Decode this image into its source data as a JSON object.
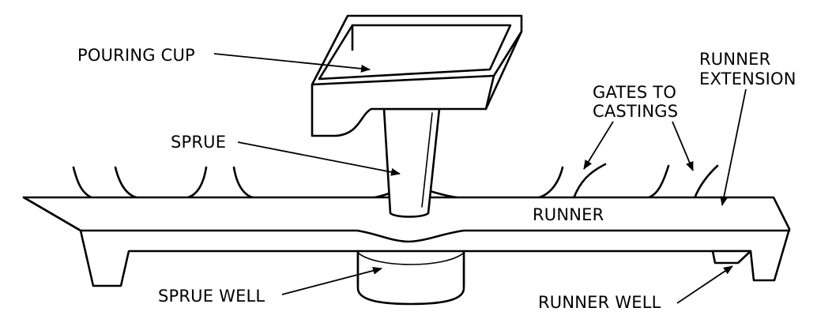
{
  "labels": {
    "pouring_cup": "POURING CUP",
    "runner_extension_line1": "RUNNER",
    "runner_extension_line2": "EXTENSION",
    "gates_line1": "GATES TO",
    "gates_line2": "CASTINGS",
    "sprue": "SPRUE",
    "runner": "RUNNER",
    "sprue_well": "SPRUE WELL",
    "runner_well": "RUNNER WELL"
  },
  "colors": {
    "line": "#000000",
    "background": "#ffffff"
  }
}
